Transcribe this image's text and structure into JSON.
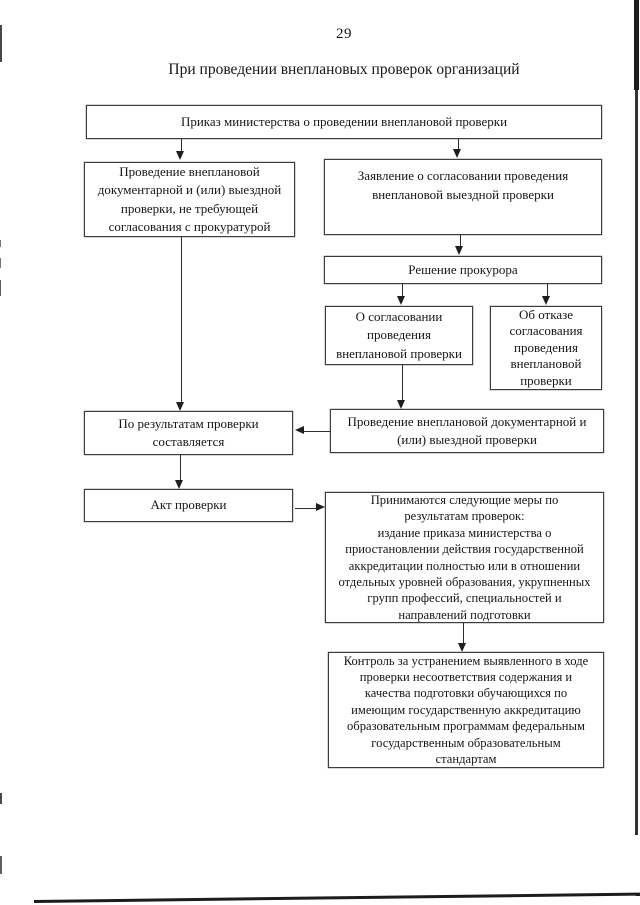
{
  "page": {
    "number": "29",
    "title": "При проведении внеплановых проверок организаций"
  },
  "flowchart": {
    "nodes": {
      "ministry_order": {
        "text": "Приказ  министерства о проведении внеплановой проверки"
      },
      "no_prosecutor_approval": {
        "text": "Проведение внеплановой\nдокументарной и (или) выездной\nпроверки, не требующей\nсогласования с прокуратурой"
      },
      "approval_application": {
        "text": "Заявление о согласовании проведения\nвнеплановой выездной проверки"
      },
      "prosecutor_decision": {
        "text": "Решение прокурора"
      },
      "approval_granted": {
        "text": "О согласовании\nпроведения\nвнеплановой проверки"
      },
      "approval_refused": {
        "text": "Об отказе\nсогласования\nпроведения\nвнеплановой\nпроверки"
      },
      "inspection_conducted": {
        "text": "Проведение внеплановой документарной и\n(или) выездной проверки"
      },
      "results_drawn": {
        "text": "По результатам проверки\nсоставляется"
      },
      "inspection_act": {
        "text": "Акт проверки"
      },
      "measures": {
        "text": "Принимаются следующие меры по\nрезультатам проверок:\nиздание приказа министерства о\nприостановлении действия государственной\nаккредитации полностью или в отношении\nотдельных уровней образования, укрупненных\nгрупп профессий, специальностей и\nнаправлений подготовки"
      },
      "control": {
        "text": "Контроль за устранением выявленного в ходе\nпроверки несоответствия содержания и\nкачества подготовки обучающихся по\nимеющим государственную аккредитацию\nобразовательным программам федеральным\nгосударственным образовательным\nстандартам"
      }
    }
  },
  "colors": {
    "ink": "#161616",
    "border": "#3c3c3c",
    "background": "#ffffff"
  }
}
